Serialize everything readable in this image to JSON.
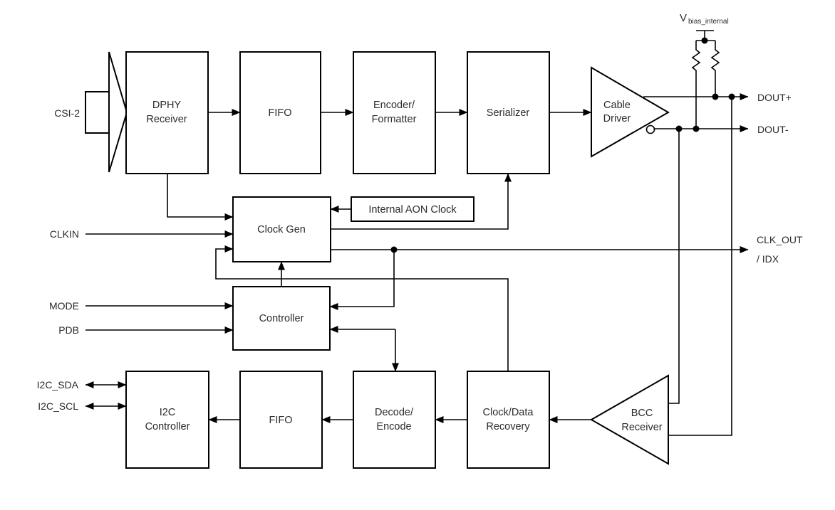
{
  "colors": {
    "line": "#000000",
    "text": "#2b2b2b",
    "background": "#ffffff"
  },
  "blocks": {
    "dphy_receiver": {
      "line1": "DPHY",
      "line2": "Receiver"
    },
    "fifo_top": {
      "label": "FIFO"
    },
    "encoder_formatter": {
      "line1": "Encoder/",
      "line2": "Formatter"
    },
    "serializer": {
      "label": "Serializer"
    },
    "cable_driver": {
      "line1": "Cable",
      "line2": "Driver"
    },
    "clock_gen": {
      "label": "Clock Gen"
    },
    "internal_aon_clock": {
      "label": "Internal AON Clock"
    },
    "controller": {
      "label": "Controller"
    },
    "i2c_controller": {
      "line1": "I2C",
      "line2": "Controller"
    },
    "fifo_bottom": {
      "label": "FIFO"
    },
    "decode_encode": {
      "line1": "Decode/",
      "line2": "Encode"
    },
    "clock_data_recovery": {
      "line1": "Clock/Data",
      "line2": "Recovery"
    },
    "bcc_receiver": {
      "line1": "BCC",
      "line2": "Receiver"
    }
  },
  "pins": {
    "csi2": "CSI-2",
    "clkin": "CLKIN",
    "mode": "MODE",
    "pdb": "PDB",
    "i2c_sda": "I2C_SDA",
    "i2c_scl": "I2C_SCL",
    "dout_plus": "DOUT+",
    "dout_minus": "DOUT-",
    "clk_out_line1": "CLK_OUT",
    "clk_out_line2": "/ IDX",
    "vbias_main": "V",
    "vbias_subscript": "bias_internal"
  }
}
